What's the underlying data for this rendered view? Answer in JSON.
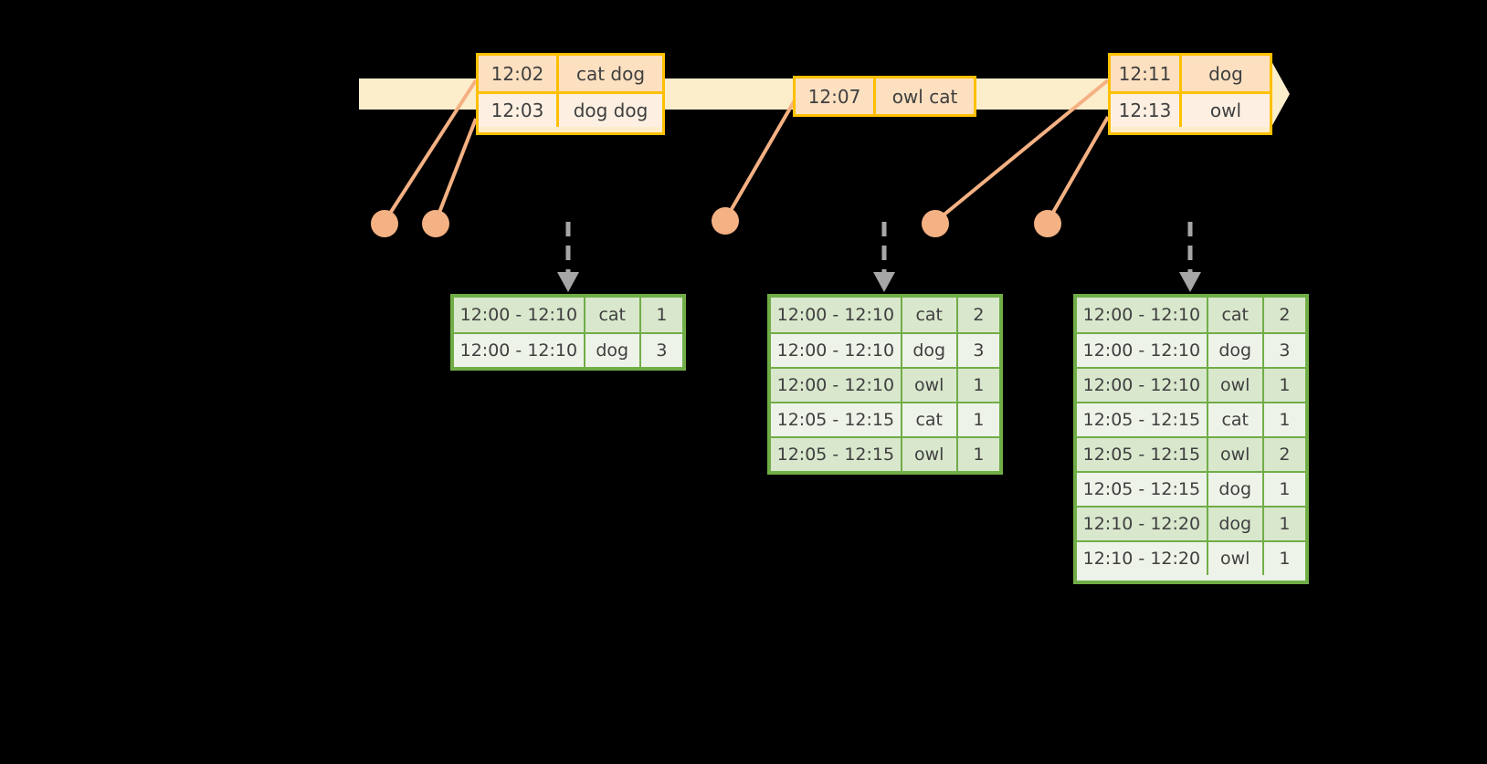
{
  "diagram": {
    "title": "Windowed word-count stream diagram",
    "colors": {
      "background": "#000000",
      "timeline_fill": "#fdeecb",
      "event_border": "#ffc000",
      "event_shade_dark": "#fce0c0",
      "event_shade_light": "#fdf0e2",
      "connector": "#f4b183",
      "dot": "#f4b183",
      "table_border": "#70ad47",
      "table_stripe_dark": "#d9e7cd",
      "table_stripe_light": "#eef3e9",
      "dashed_arrow": "#a6a6a6"
    }
  },
  "timeline": {
    "name": "event-timeline",
    "arrow_direction": "right",
    "event_groups": [
      {
        "id": "group-1",
        "events": [
          {
            "time": "12:02",
            "words": "cat dog"
          },
          {
            "time": "12:03",
            "words": "dog dog"
          }
        ]
      },
      {
        "id": "group-2",
        "events": [
          {
            "time": "12:07",
            "words": "owl cat"
          }
        ]
      },
      {
        "id": "group-3",
        "events": [
          {
            "time": "12:11",
            "words": "dog"
          },
          {
            "time": "12:13",
            "words": "owl"
          }
        ]
      }
    ]
  },
  "dots": [
    {
      "id": "dot-1",
      "for_event": "12:02"
    },
    {
      "id": "dot-2",
      "for_event": "12:03"
    },
    {
      "id": "dot-3",
      "for_event": "12:07"
    },
    {
      "id": "dot-4",
      "for_event": "12:11"
    },
    {
      "id": "dot-5",
      "for_event": "12:13"
    }
  ],
  "result_tables": [
    {
      "id": "result-table-1",
      "rows": [
        {
          "window": "12:00 - 12:10",
          "word": "cat",
          "count": "1"
        },
        {
          "window": "12:00 - 12:10",
          "word": "dog",
          "count": "3"
        }
      ]
    },
    {
      "id": "result-table-2",
      "rows": [
        {
          "window": "12:00 - 12:10",
          "word": "cat",
          "count": "2"
        },
        {
          "window": "12:00 - 12:10",
          "word": "dog",
          "count": "3"
        },
        {
          "window": "12:00 - 12:10",
          "word": "owl",
          "count": "1"
        },
        {
          "window": "12:05 - 12:15",
          "word": "cat",
          "count": "1"
        },
        {
          "window": "12:05 - 12:15",
          "word": "owl",
          "count": "1"
        }
      ]
    },
    {
      "id": "result-table-3",
      "rows": [
        {
          "window": "12:00 - 12:10",
          "word": "cat",
          "count": "2"
        },
        {
          "window": "12:00 - 12:10",
          "word": "dog",
          "count": "3"
        },
        {
          "window": "12:00 - 12:10",
          "word": "owl",
          "count": "1"
        },
        {
          "window": "12:05 - 12:15",
          "word": "cat",
          "count": "1"
        },
        {
          "window": "12:05 - 12:15",
          "word": "owl",
          "count": "2"
        },
        {
          "window": "12:05 - 12:15",
          "word": "dog",
          "count": "1"
        },
        {
          "window": "12:10 - 12:20",
          "word": "dog",
          "count": "1"
        },
        {
          "window": "12:10 - 12:20",
          "word": "owl",
          "count": "1"
        }
      ]
    }
  ]
}
